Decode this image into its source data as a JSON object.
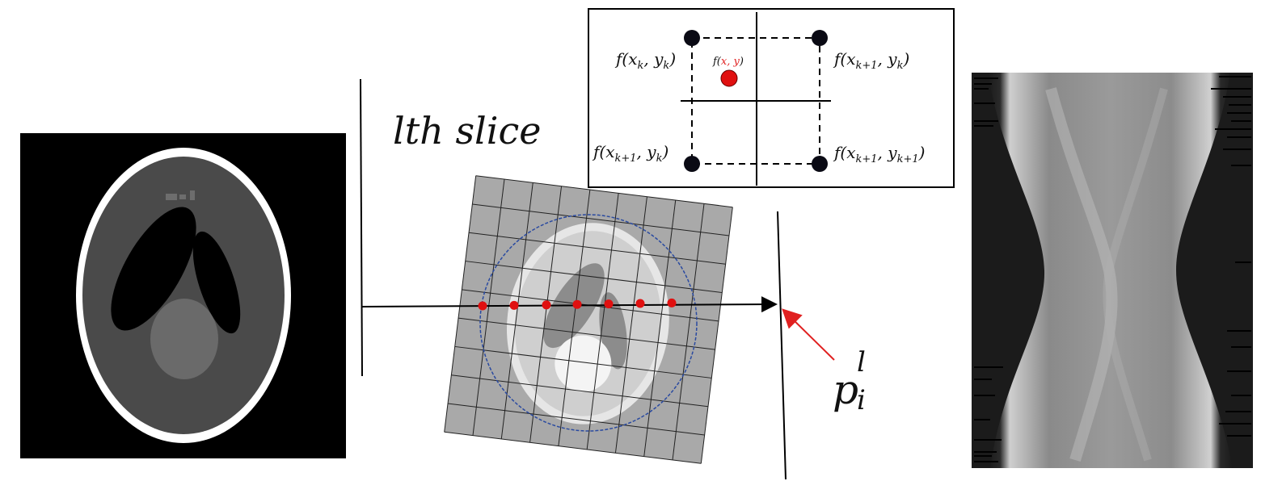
{
  "slice_label": "lth slice",
  "projection_label": {
    "base": "p",
    "sub": "i",
    "sup": "l"
  },
  "interp": {
    "tl": {
      "f": "f(",
      "x": "x",
      "xs": "k",
      "comma": ", ",
      "y": "y",
      "ys": "k",
      "close": ")"
    },
    "tr": {
      "f": "f(",
      "x": "x",
      "xs": "k+1",
      "comma": ", ",
      "y": "y",
      "ys": "k",
      "close": ")"
    },
    "bl": {
      "f": "f(",
      "x": "x",
      "xs": "k+1",
      "comma": ", ",
      "y": "y",
      "ys": "k",
      "close": ")"
    },
    "br": {
      "f": "f(",
      "x": "x",
      "xs": "k+1",
      "comma": ", ",
      "y": "y",
      "ys": "k+1",
      "close": ")"
    },
    "center": {
      "f": "f(",
      "xy": "x, y",
      "close": ")"
    }
  },
  "colors": {
    "sample_point": "#e01010",
    "grid_circle": "#2a4aa0",
    "arrow": "#e02020",
    "node": "#0a0a14"
  },
  "images": {
    "phantom": "shepp-logan-phantom",
    "rotated_phantom": "rotated-phantom-on-grid",
    "sinogram": "sinogram"
  }
}
